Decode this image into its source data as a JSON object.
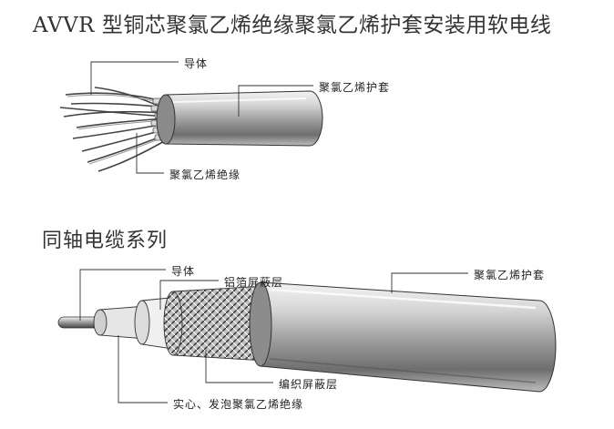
{
  "diagram1": {
    "title": "AVVR 型铜芯聚氯乙烯绝缘聚氯乙烯护套安装用软电线",
    "labels": {
      "conductor": "导体",
      "sheath": "聚氯乙烯护套",
      "insulation": "聚氯乙烯绝缘"
    }
  },
  "diagram2": {
    "title": "同轴电缆系列",
    "labels": {
      "conductor": "导体",
      "foil_shield": "铝箔屏蔽层",
      "sheath": "聚氯乙烯护套",
      "braid_shield": "编织屏蔽层",
      "insulation": "实心、发泡聚氯乙烯绝缘"
    }
  }
}
